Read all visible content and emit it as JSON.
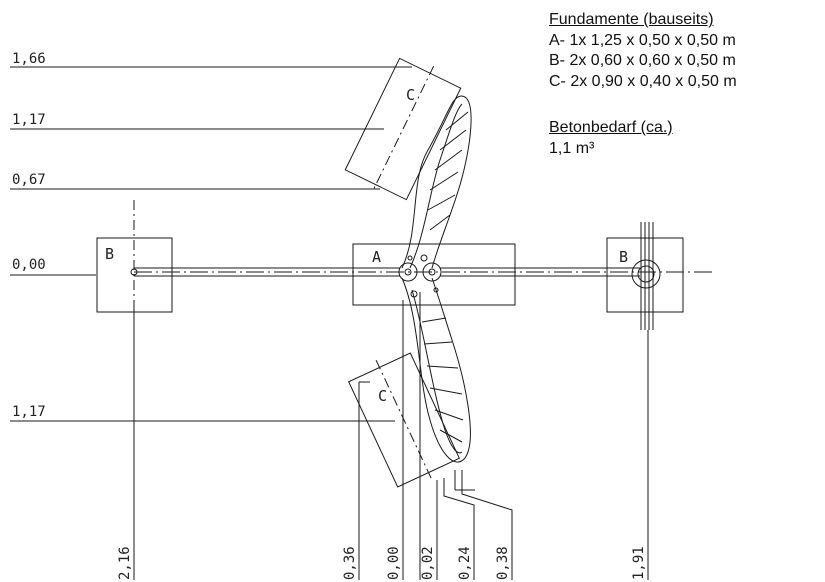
{
  "legend": {
    "foundations_title": "Fundamente (bauseits)",
    "foundations": [
      "A- 1x 1,25 x 0,50 x 0,50 m",
      "B- 2x 0,60 x 0,60 x 0,50 m",
      "C- 2x 0,90 x 0,40 x 0,50 m"
    ],
    "concrete_title": "Betonbedarf (ca.)",
    "concrete_value": "1,1 m³"
  },
  "left_dimensions": [
    "1,66",
    "1,17",
    "0,67",
    "0,00",
    "1,17"
  ],
  "bottom_dimensions": [
    "2,16",
    "0,36",
    "0,00",
    "0,02",
    "0,24",
    "0,38",
    "1,91"
  ],
  "foundation_labels": {
    "b_left": "B",
    "a_center": "A",
    "b_right": "B",
    "c_top": "C",
    "c_bottom": "C"
  },
  "colors": {
    "line": "#1a1a1a",
    "paper": "#ffffff"
  }
}
